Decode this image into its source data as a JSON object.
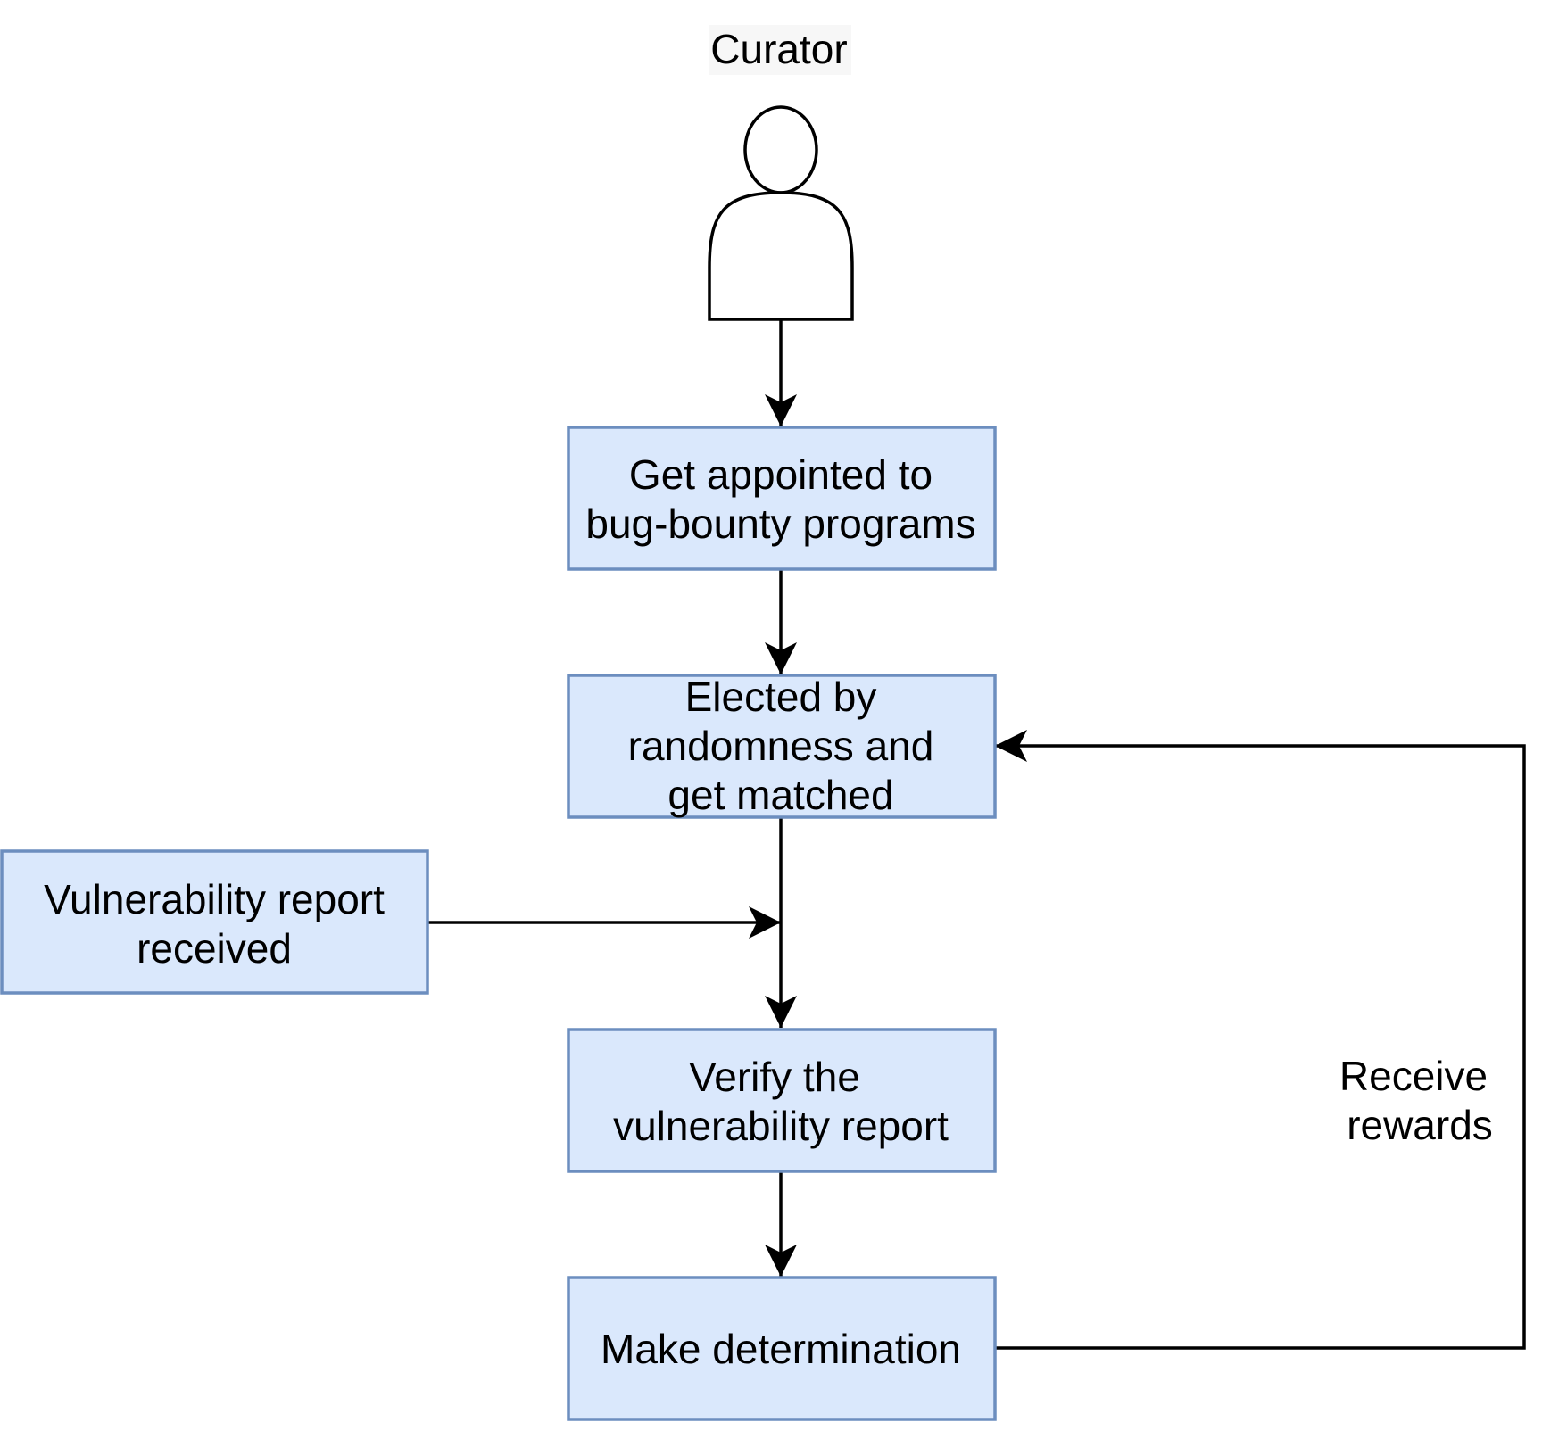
{
  "colors": {
    "node_fill": "#dae8fc",
    "node_stroke": "#6c8ebf",
    "edge": "#000000",
    "actor_stroke": "#000000",
    "actor_label_bg": "#f7f7f7"
  },
  "actor": {
    "label": "Curator",
    "icon": "person-icon"
  },
  "nodes": {
    "appointed": {
      "line1": "Get appointed to",
      "line2": "bug-bounty programs"
    },
    "elected": {
      "line1": "Elected by",
      "line2": "randomness and",
      "line3": "get matched"
    },
    "report_received": {
      "line1": "Vulnerability report",
      "line2": "received"
    },
    "verify": {
      "line1": "Verify the",
      "line2": "vulnerability report"
    },
    "determination": {
      "line1": "Make determination"
    }
  },
  "edge_labels": {
    "rewards": {
      "line1": "Receive",
      "line2": "rewards"
    }
  }
}
